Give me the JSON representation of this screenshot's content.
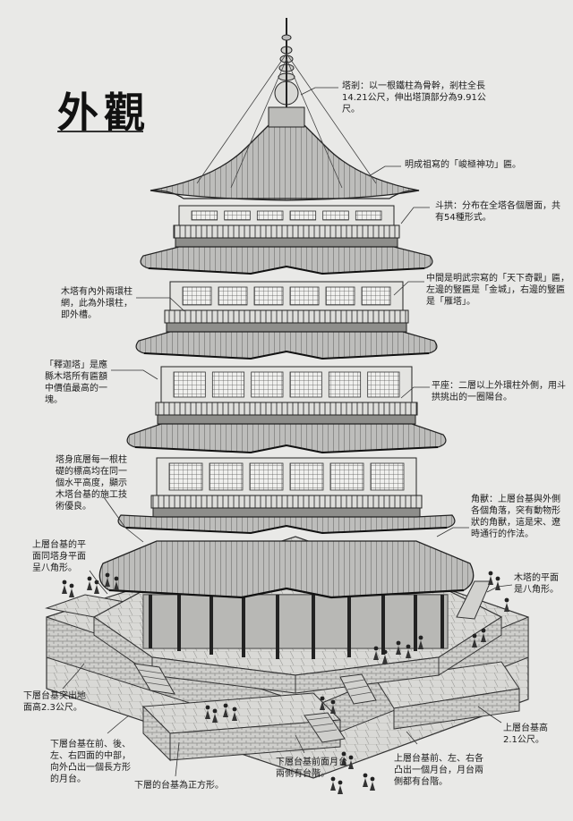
{
  "title": "外觀",
  "notes": {
    "spire": "塔剎：以一根鐵柱為骨幹，剎柱全長14.21公尺，伸出塔頂部分為9.91公尺。",
    "plaque_top": "明成祖寫的「峻極神功」匾。",
    "dougong": "斗拱：分布在全塔各個層面，共有54種形式。",
    "plaques_mid": "中間是明武宗寫的「天下奇觀」匾，左邊的豎匾是「金城」，右邊的豎匾是「雁塔」。",
    "columns": "木塔有內外兩環柱網，此為外環柱，即外槽。",
    "sakyamuni": "「釋迦塔」是應縣木塔所有匾額中價值最高的一塊。",
    "balcony": "平座：二層以上外環柱外側，用斗拱挑出的一圈陽台。",
    "leveling": "塔身底層每一根柱礎的標高均在同一個水平高度，顯示木塔台基的施工技術優良。",
    "corner": "角獸：上層台基與外側各個角落，突有動物形狀的角獸，這是宋、遼時通行的作法。",
    "upper_base": "上層台基的平面同塔身平面呈八角形。",
    "tower_plan": "木塔的平面是八角形。",
    "lower_height": "下層台基突出地面高2.3公尺。",
    "upper_height": "上層台基高2.1公尺。",
    "lower_front": "下層台基在前、後、左、右四面的中部，向外凸出一個長方形的月台。",
    "square_base": "下層的台基為正方形。",
    "front_stairs": "下層台基前面月台兩側有台階。",
    "upper_moon": "上層台基前、左、右各凸出一個月台，月台兩側都有台階。"
  }
}
